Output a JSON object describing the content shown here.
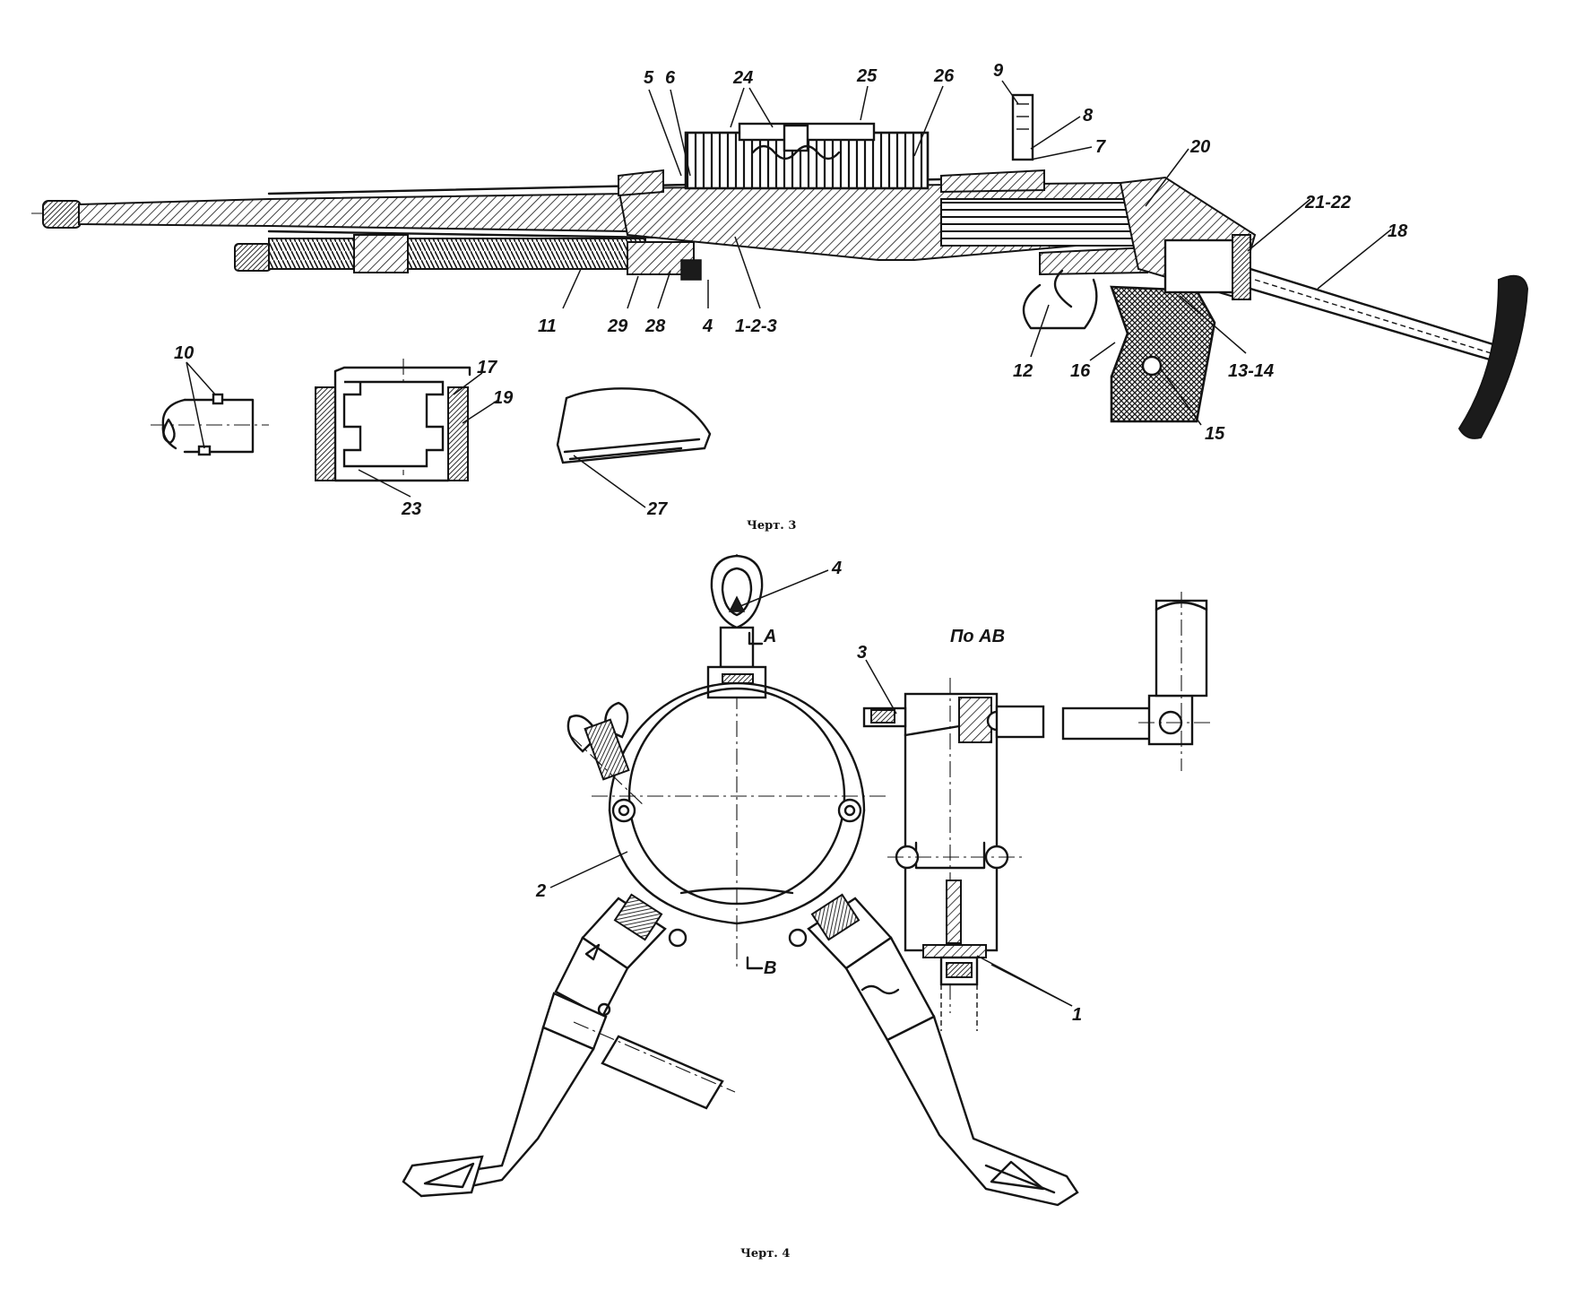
{
  "figure1": {
    "caption": "Черт. 3",
    "callouts": {
      "c5": "5",
      "c6": "6",
      "c24": "24",
      "c25": "25",
      "c26": "26",
      "c9": "9",
      "c8": "8",
      "c7": "7",
      "c20": "20",
      "c2122": "21-22",
      "c18": "18",
      "c11": "11",
      "c29": "29",
      "c28": "28",
      "c4": "4",
      "c123": "1-2-3",
      "c12": "12",
      "c16": "16",
      "c1314": "13-14",
      "c15": "15",
      "c10": "10",
      "c17": "17",
      "c19": "19",
      "c23": "23",
      "c27": "27"
    }
  },
  "figure2": {
    "caption": "Черт. 4",
    "section_label": "По АВ",
    "section_marks": {
      "a": "А",
      "b": "В"
    },
    "callouts": {
      "c4": "4",
      "c3": "3",
      "c2": "2",
      "c1": "1"
    }
  }
}
